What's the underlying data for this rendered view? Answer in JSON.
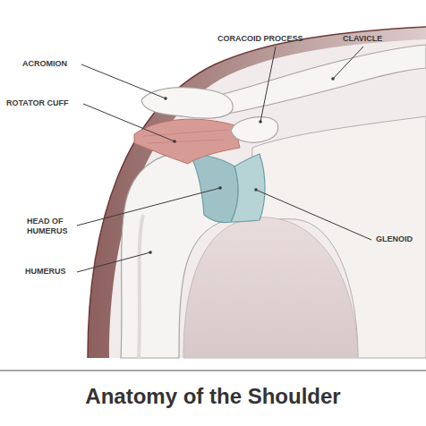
{
  "diagram": {
    "title": "Anatomy of the Shoulder",
    "labels": [
      "CORACOID PROCESS",
      "CLAVICLE",
      "ACROMION",
      "ROTATOR CUFF",
      "HEAD OF HUMERUS",
      "HUMERUS",
      "GLENOID"
    ]
  }
}
